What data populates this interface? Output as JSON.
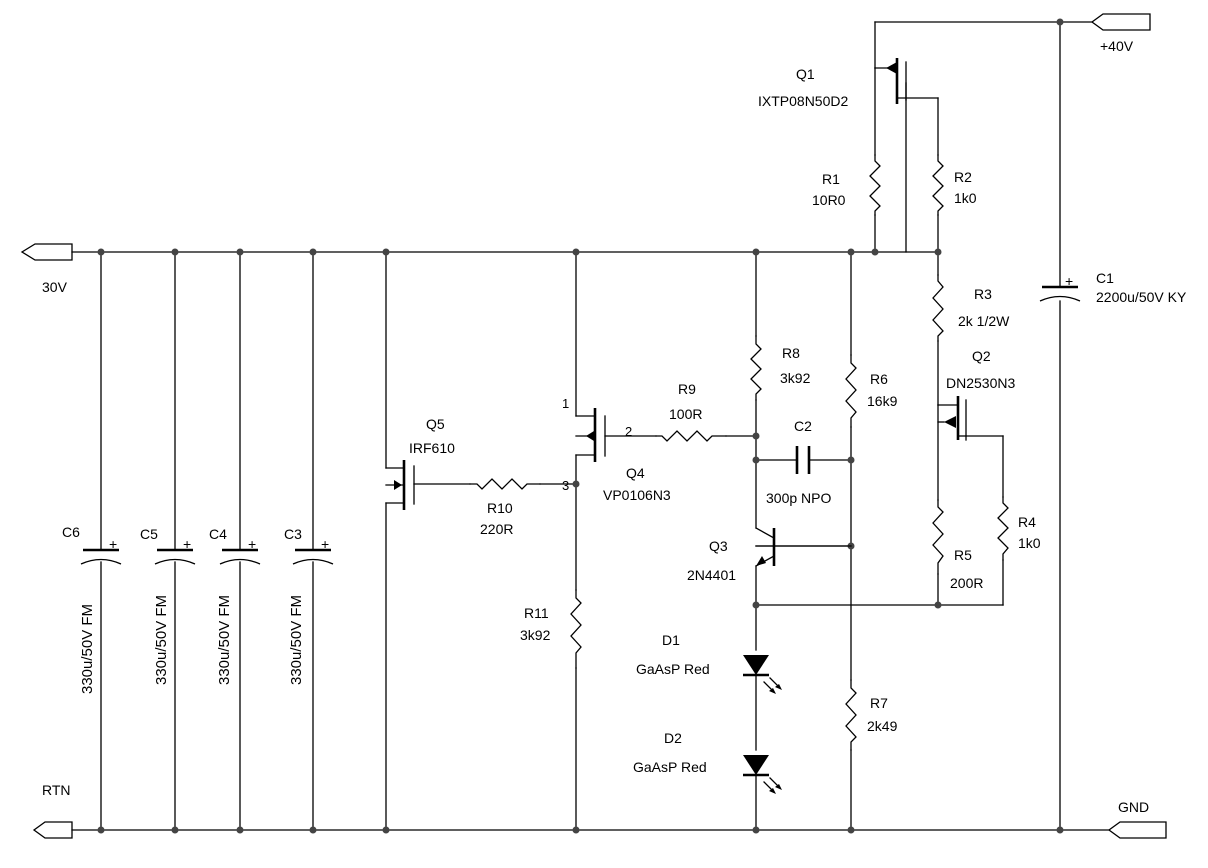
{
  "ports": {
    "v40": "+40V",
    "v30": "30V",
    "rtn": "RTN",
    "gnd": "GND"
  },
  "components": {
    "q1": {
      "ref": "Q1",
      "value": "IXTP08N50D2"
    },
    "q2": {
      "ref": "Q2",
      "value": "DN2530N3"
    },
    "q3": {
      "ref": "Q3",
      "value": "2N4401"
    },
    "q4": {
      "ref": "Q4",
      "value": "VP0106N3",
      "pin1": "1",
      "pin2": "2",
      "pin3": "3"
    },
    "q5": {
      "ref": "Q5",
      "value": "IRF610"
    },
    "r1": {
      "ref": "R1",
      "value": "10R0"
    },
    "r2": {
      "ref": "R2",
      "value": "1k0"
    },
    "r3": {
      "ref": "R3",
      "value": "2k 1/2W"
    },
    "r4": {
      "ref": "R4",
      "value": "1k0"
    },
    "r5": {
      "ref": "R5",
      "value": "200R"
    },
    "r6": {
      "ref": "R6",
      "value": "16k9"
    },
    "r7": {
      "ref": "R7",
      "value": "2k49"
    },
    "r8": {
      "ref": "R8",
      "value": "3k92"
    },
    "r9": {
      "ref": "R9",
      "value": "100R"
    },
    "r10": {
      "ref": "R10",
      "value": "220R"
    },
    "r11": {
      "ref": "R11",
      "value": "3k92"
    },
    "c1": {
      "ref": "C1",
      "value": "2200u/50V KY"
    },
    "c2": {
      "ref": "C2",
      "value": "300p NPO"
    },
    "c3": {
      "ref": "C3",
      "value": "330u/50V FM"
    },
    "c4": {
      "ref": "C4",
      "value": "330u/50V FM"
    },
    "c5": {
      "ref": "C5",
      "value": "330u/50V FM"
    },
    "c6": {
      "ref": "C6",
      "value": "330u/50V FM"
    },
    "d1": {
      "ref": "D1",
      "value": "GaAsP Red"
    },
    "d2": {
      "ref": "D2",
      "value": "GaAsP Red"
    }
  }
}
